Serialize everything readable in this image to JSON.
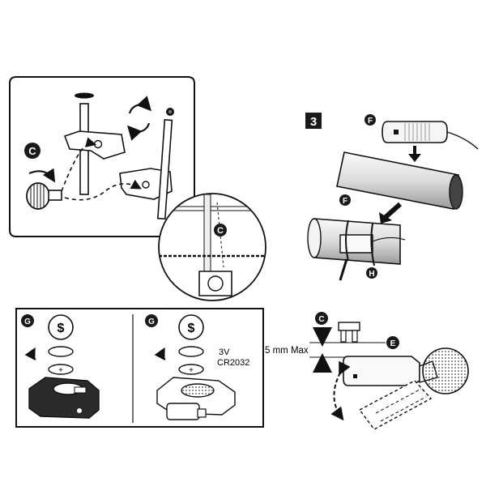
{
  "badges": {
    "c_panel1": "C",
    "c_inset": "C",
    "step_number": "3",
    "f_top": "F",
    "f_mount": "F",
    "h_strap": "H",
    "g_left": "G",
    "g_right": "G",
    "c_sensor": "C",
    "e_sensor": "E"
  },
  "coin_symbol": "$",
  "battery_plus": "+",
  "battery_voltage": "3V",
  "battery_model": "CR2032",
  "gap_label": "5 mm Max",
  "icons": [
    "rotate-arrows-icon",
    "curved-arrow-icon",
    "down-arrow-icon",
    "dashed-path-arrow"
  ]
}
